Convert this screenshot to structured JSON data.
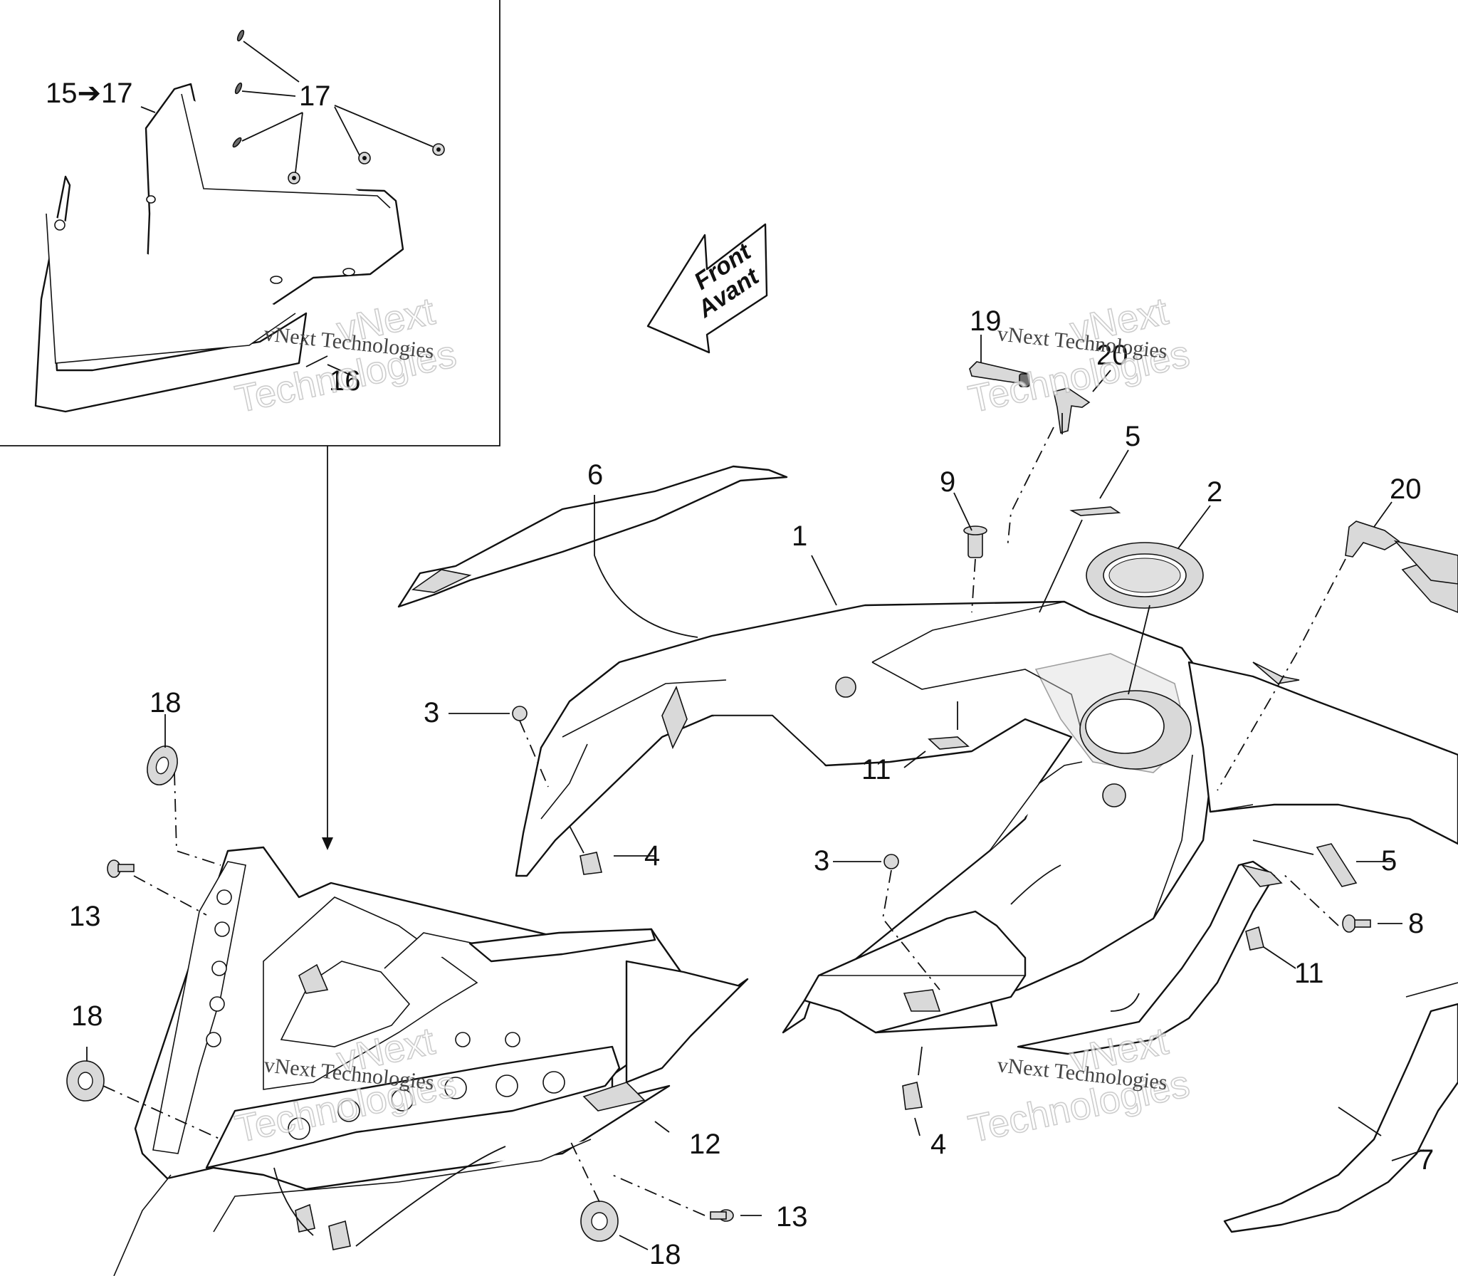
{
  "diagram": {
    "inset_label": "15➔17",
    "front_arrow": {
      "line1": "Front",
      "line2": "Avant"
    },
    "watermark": {
      "line1": "vNext Technologies",
      "line2": "vNext",
      "line3": "Technologies"
    },
    "callouts": [
      {
        "id": "c1",
        "text": "1"
      },
      {
        "id": "c2",
        "text": "2"
      },
      {
        "id": "c3a",
        "text": "3"
      },
      {
        "id": "c3b",
        "text": "3"
      },
      {
        "id": "c4a",
        "text": "4"
      },
      {
        "id": "c4b",
        "text": "4"
      },
      {
        "id": "c5a",
        "text": "5"
      },
      {
        "id": "c5b",
        "text": "5"
      },
      {
        "id": "c6",
        "text": "6"
      },
      {
        "id": "c7",
        "text": "7"
      },
      {
        "id": "c8",
        "text": "8"
      },
      {
        "id": "c9",
        "text": "9"
      },
      {
        "id": "c11a",
        "text": "11"
      },
      {
        "id": "c11b",
        "text": "11"
      },
      {
        "id": "c12",
        "text": "12"
      },
      {
        "id": "c13a",
        "text": "13"
      },
      {
        "id": "c13b",
        "text": "13"
      },
      {
        "id": "c16",
        "text": "16"
      },
      {
        "id": "c17",
        "text": "17"
      },
      {
        "id": "c18a",
        "text": "18"
      },
      {
        "id": "c18b",
        "text": "18"
      },
      {
        "id": "c18c",
        "text": "18"
      },
      {
        "id": "c19",
        "text": "19"
      },
      {
        "id": "c20a",
        "text": "20"
      },
      {
        "id": "c20b",
        "text": "20"
      }
    ]
  }
}
